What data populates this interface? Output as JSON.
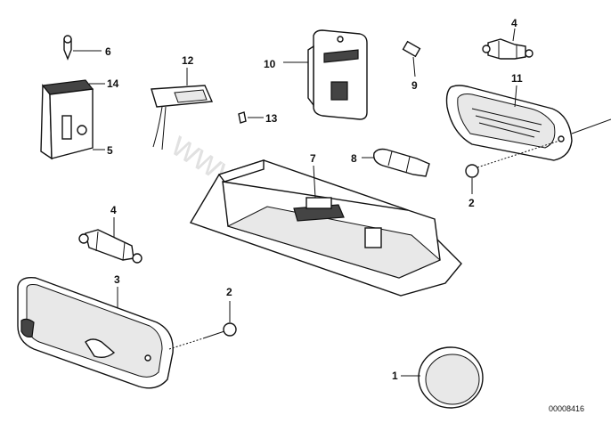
{
  "diagram": {
    "callouts": [
      "1",
      "2",
      "2",
      "3",
      "4",
      "4",
      "5",
      "6",
      "7",
      "8",
      "9",
      "10",
      "11",
      "12",
      "13",
      "14"
    ],
    "reference_number": "00008416",
    "watermark": "www.BMWsite.pl"
  }
}
